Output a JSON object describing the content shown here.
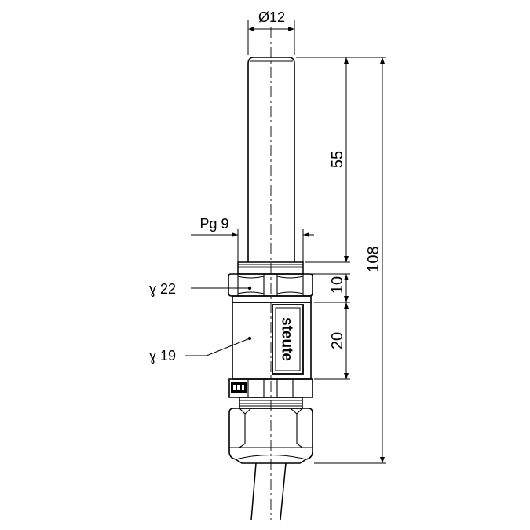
{
  "dimensions": {
    "diameter": "Ø12",
    "thread": "Pg 9",
    "nut_wrench": "ɣ 22",
    "body_wrench": "ɣ 19",
    "length_sensor": "55",
    "length_nut": "10",
    "length_body": "20",
    "length_total": "108"
  },
  "label": {
    "brand": "steute"
  }
}
